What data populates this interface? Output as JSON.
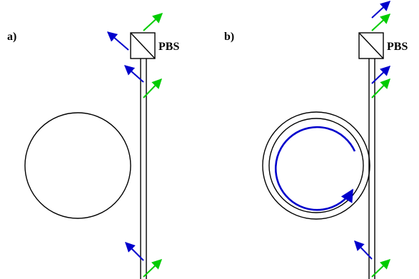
{
  "panels": [
    {
      "label": "a)",
      "component": "PBS"
    },
    {
      "label": "b)",
      "component": "PBS"
    }
  ],
  "colors": {
    "outline": "#000000",
    "blue": "#0000cc",
    "green": "#00cc00"
  }
}
